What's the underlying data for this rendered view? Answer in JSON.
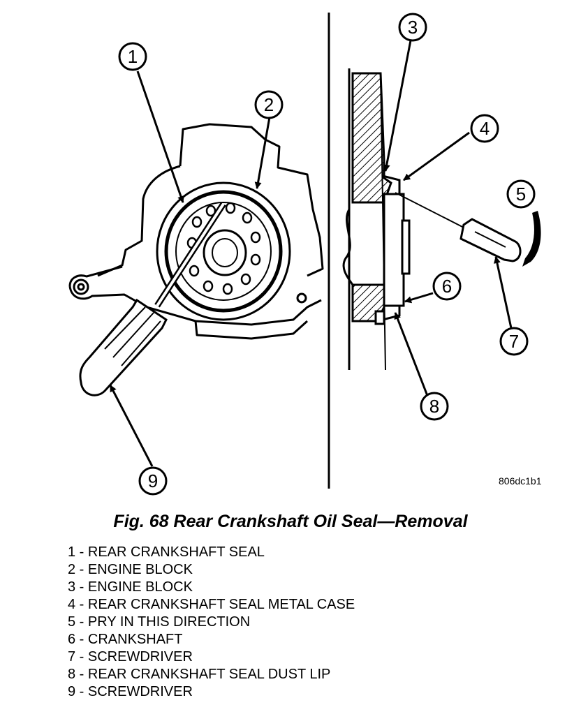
{
  "figure": {
    "code": "806dc1b1",
    "callouts": [
      "1",
      "2",
      "3",
      "4",
      "5",
      "6",
      "7",
      "8",
      "9"
    ]
  },
  "caption": "Fig. 68 Rear Crankshaft Oil Seal—Removal",
  "legend": [
    "1 - REAR CRANKSHAFT SEAL",
    "2 - ENGINE BLOCK",
    "3 - ENGINE BLOCK",
    "4 - REAR CRANKSHAFT SEAL METAL CASE",
    "5 - PRY IN THIS DIRECTION",
    "6 - CRANKSHAFT",
    "7 - SCREWDRIVER",
    "8 - REAR CRANKSHAFT SEAL DUST LIP",
    "9 - SCREWDRIVER"
  ]
}
